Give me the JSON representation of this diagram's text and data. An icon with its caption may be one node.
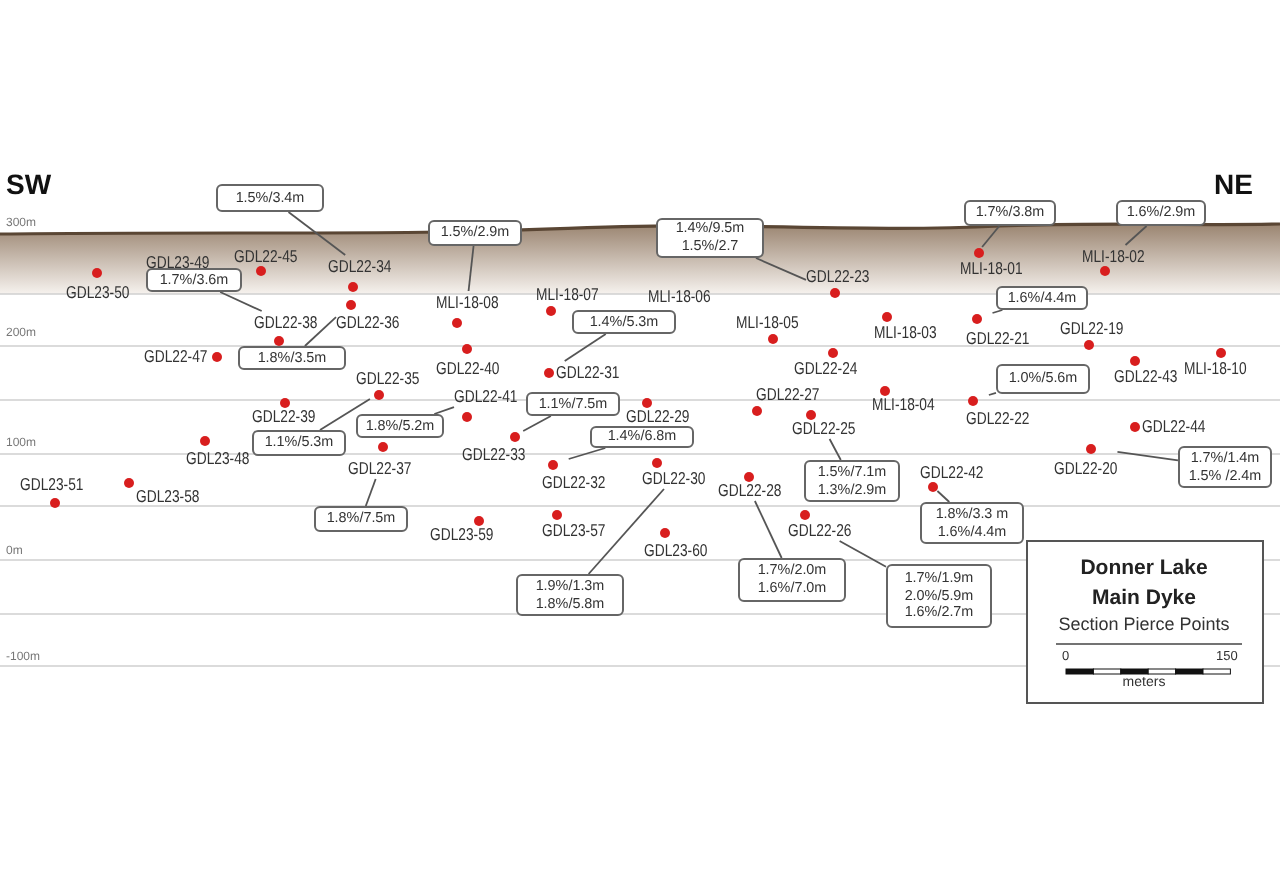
{
  "diagram": {
    "nodes": [
      {
        "text": [
          "1.5%/3.4m"
        ]
      },
      {
        "text": [
          "1.5%/2.9m"
        ]
      },
      {
        "text": [
          "1.4%/9.5m",
          "1.5%/2.7"
        ]
      },
      {
        "text": [
          "1.7%/3.8m"
        ]
      },
      {
        "text": [
          "1.6%/2.9m"
        ]
      },
      {
        "text": [
          "MLI-18-01"
        ]
      },
      {
        "text": [
          "MLI-18-02"
        ]
      },
      {
        "text": [
          "GDL22-45"
        ]
      },
      {
        "text": [
          "GDL23-49"
        ]
      },
      {
        "text": [
          "GDL22-34"
        ]
      },
      {
        "text": [
          "1.7%/3.6m"
        ]
      },
      {
        "text": [
          "GDL23-50"
        ]
      },
      {
        "text": [
          "GDL22-23"
        ]
      },
      {
        "text": [
          "1.6%/4.4m"
        ]
      },
      {
        "text": [
          "MLI-18-07"
        ]
      },
      {
        "text": [
          "MLI-18-06"
        ]
      },
      {
        "text": [
          "MLI-18-08"
        ]
      },
      {
        "text": [
          "GDL22-36"
        ]
      },
      {
        "text": [
          "GDL22-38"
        ]
      },
      {
        "text": [
          "1.4%/5.3m"
        ]
      },
      {
        "text": [
          "MLI-18-05"
        ]
      },
      {
        "text": [
          "MLI-18-03"
        ]
      },
      {
        "text": [
          "GDL22-21"
        ]
      },
      {
        "text": [
          "GDL22-19"
        ]
      },
      {
        "text": [
          "1.8%/3.5m"
        ]
      },
      {
        "text": [
          "GDL22-47"
        ]
      },
      {
        "text": [
          "GDL22-40"
        ]
      },
      {
        "text": [
          "GDL22-31"
        ]
      },
      {
        "text": [
          "GDL22-24"
        ]
      },
      {
        "text": [
          "GDL22-43"
        ]
      },
      {
        "text": [
          "MLI-18-10"
        ]
      },
      {
        "text": [
          "1.0%/5.6m"
        ]
      },
      {
        "text": [
          "GDL22-35"
        ]
      },
      {
        "text": [
          "1.1%/7.5m"
        ]
      },
      {
        "text": [
          "GDL22-27"
        ]
      },
      {
        "text": [
          "MLI-18-04"
        ]
      },
      {
        "text": [
          "GDL22-41"
        ]
      },
      {
        "text": [
          "GDL22-39"
        ]
      },
      {
        "text": [
          "GDL22-29"
        ]
      },
      {
        "text": [
          "1.8%/5.2m"
        ]
      },
      {
        "text": [
          "GDL22-22"
        ]
      },
      {
        "text": [
          "GDL22-44"
        ]
      },
      {
        "text": [
          "1.4%/6.8m"
        ]
      },
      {
        "text": [
          "GDL22-25"
        ]
      },
      {
        "text": [
          "1.1%/5.3m"
        ]
      },
      {
        "text": [
          "GDL23-48"
        ]
      },
      {
        "text": [
          "GDL22-33"
        ]
      },
      {
        "text": [
          "GDL22-37"
        ]
      },
      {
        "text": [
          "1.5%/7.1m",
          "1.3%/2.9m"
        ]
      },
      {
        "text": [
          "1.7%/1.4m",
          "1.5% /2.4m"
        ]
      },
      {
        "text": [
          "GDL22-20"
        ]
      },
      {
        "text": [
          "GDL22-30"
        ]
      },
      {
        "text": [
          "GDL22-32"
        ]
      },
      {
        "text": [
          "GDL22-42"
        ]
      },
      {
        "text": [
          "GDL23-51"
        ]
      },
      {
        "text": [
          "GDL23-58"
        ]
      },
      {
        "text": [
          "GDL22-28"
        ]
      },
      {
        "text": [
          "1.8%/3.3 m",
          "1.6%/4.4m"
        ]
      },
      {
        "text": [
          "1.8%/7.5m"
        ]
      },
      {
        "text": [
          "GDL23-59"
        ]
      },
      {
        "text": [
          "GDL23-57"
        ]
      },
      {
        "text": [
          "GDL22-26"
        ]
      },
      {
        "text": [
          "GDL23-60"
        ]
      },
      {
        "text": [
          "1.7%/2.0m",
          "1.6%/7.0m"
        ]
      },
      {
        "text": [
          "1.7%/1.9m",
          "2.0%/5.9m",
          "1.6%/2.7m"
        ]
      },
      {
        "text": [
          "1.9%/1.3m",
          "1.8%/5.8m"
        ]
      }
    ],
    "edges": [
      {
        "from": 0,
        "to": 9,
        "arrow": "none"
      },
      {
        "from": 1,
        "to": 16,
        "arrow": "none"
      },
      {
        "from": 2,
        "to": 12,
        "arrow": "none"
      },
      {
        "from": 3,
        "to": 5,
        "arrow": "none"
      },
      {
        "from": 4,
        "to": 6,
        "arrow": "none"
      },
      {
        "from": 10,
        "to": 18,
        "arrow": "none"
      },
      {
        "from": 13,
        "to": 22,
        "arrow": "none"
      },
      {
        "from": 19,
        "to": 27,
        "arrow": "none"
      },
      {
        "from": 24,
        "to": 17,
        "arrow": "none"
      },
      {
        "from": 31,
        "to": 40,
        "arrow": "none"
      },
      {
        "from": 33,
        "to": 46,
        "arrow": "none"
      },
      {
        "from": 39,
        "to": 36,
        "arrow": "none"
      },
      {
        "from": 42,
        "to": 52,
        "arrow": "none"
      },
      {
        "from": 44,
        "to": 32,
        "arrow": "none"
      },
      {
        "from": 48,
        "to": 43,
        "arrow": "none"
      },
      {
        "from": 49,
        "to": 50,
        "arrow": "none"
      },
      {
        "from": 57,
        "to": 53,
        "arrow": "none"
      },
      {
        "from": 58,
        "to": 47,
        "arrow": "none"
      },
      {
        "from": 63,
        "to": 56,
        "arrow": "none"
      },
      {
        "from": 64,
        "to": 61,
        "arrow": "none"
      },
      {
        "from": 65,
        "to": 51,
        "arrow": "none"
      }
    ],
    "labels": [
      "SW",
      "NE",
      "300m",
      "200m",
      "100m",
      "0m",
      "-100m",
      "Donner Lake",
      "Main Dyke",
      "Section Pierce Points",
      "0",
      "150",
      "meters"
    ]
  }
}
